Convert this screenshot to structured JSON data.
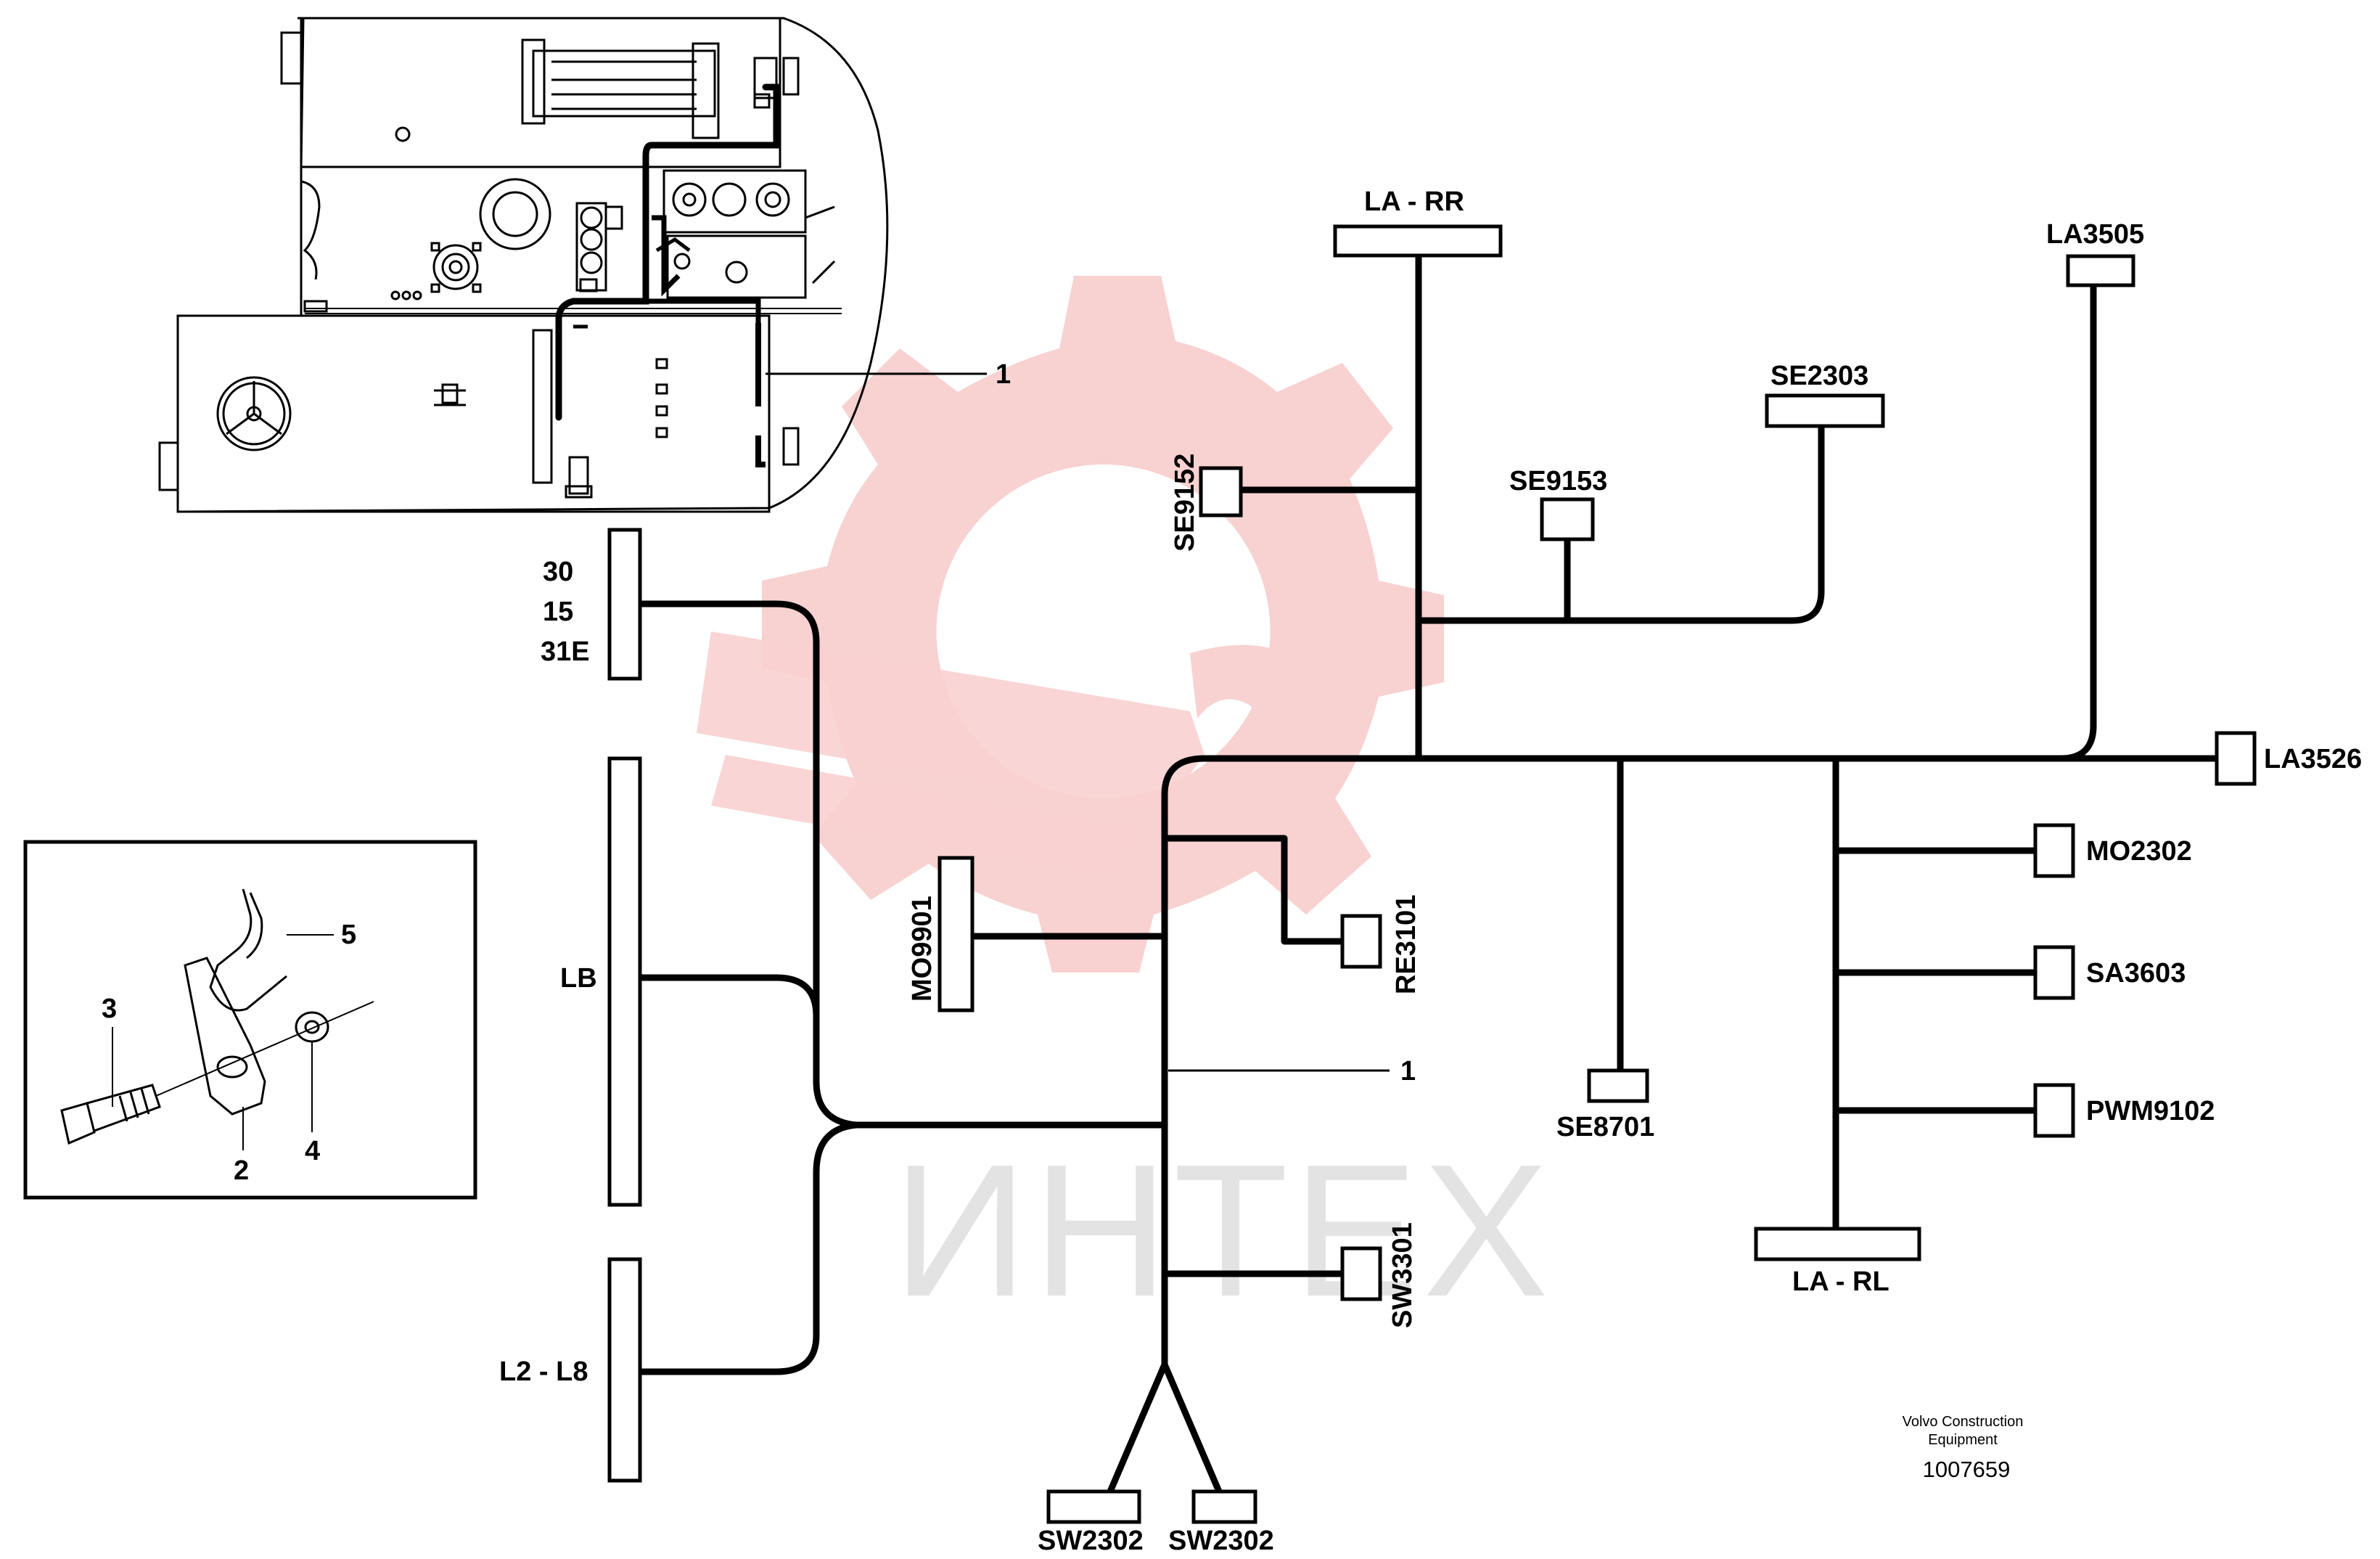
{
  "labels": {
    "la_rr": "LA - RR",
    "la3505": "LA3505",
    "se2303": "SE2303",
    "se9152": "SE9152",
    "se9153": "SE9153",
    "la3526": "LA3526",
    "mo2302": "MO2302",
    "sa3603": "SA3603",
    "pwm9102": "PWM9102",
    "la_rl": "LA - RL",
    "se8701": "SE8701",
    "mo9901": "MO9901",
    "re3101": "RE3101",
    "sw3301": "SW3301",
    "sw2302_a": "SW2302",
    "sw2302_b": "SW2302",
    "lb": "LB",
    "l2_l8": "L2 - L8",
    "pin_30": "30",
    "pin_15": "15",
    "pin_31e": "31E"
  },
  "callouts": {
    "machine_harness": "1",
    "diagram_harness": "1",
    "detail_bolt": "3",
    "detail_clip": "5",
    "detail_bracket": "2",
    "detail_washer": "4"
  },
  "footer": {
    "maker_line1": "Volvo Construction",
    "maker_line2": "Equipment",
    "code": "1007659"
  },
  "watermark": {
    "text": "ИНТЕХ",
    "color": "#f2b8b8"
  },
  "colors": {
    "wire": "#000000",
    "background": "#ffffff"
  }
}
